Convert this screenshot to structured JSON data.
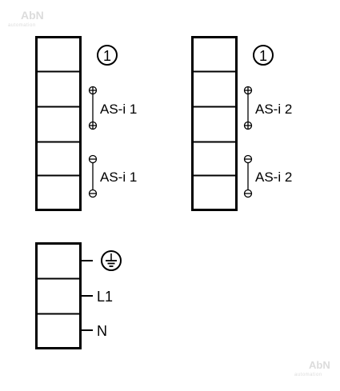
{
  "watermark": {
    "brand": "AbN",
    "sub": "automation"
  },
  "blocks": [
    {
      "circle_label": "1",
      "groups": [
        {
          "top_symbol": "⊕",
          "label": "AS-i 1",
          "bottom_symbol": "⊕"
        },
        {
          "top_symbol": "⊖",
          "label": "AS-i 1",
          "bottom_symbol": "⊖"
        }
      ]
    },
    {
      "circle_label": "1",
      "groups": [
        {
          "top_symbol": "⊕",
          "label": "AS-i 2",
          "bottom_symbol": "⊕"
        },
        {
          "top_symbol": "⊖",
          "label": "AS-i 2",
          "bottom_symbol": "⊖"
        }
      ]
    }
  ],
  "power": {
    "ground_symbol": "earth-ground",
    "line_label": "L1",
    "neutral_label": "N"
  }
}
